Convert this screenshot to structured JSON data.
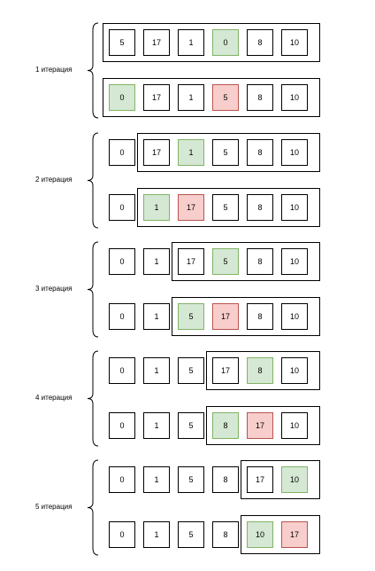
{
  "iterations": [
    {
      "label": "1 итерация",
      "rows": [
        {
          "cells": [
            {
              "v": "5",
              "c": ""
            },
            {
              "v": "17",
              "c": ""
            },
            {
              "v": "1",
              "c": ""
            },
            {
              "v": "0",
              "c": "green"
            },
            {
              "v": "8",
              "c": ""
            },
            {
              "v": "10",
              "c": ""
            }
          ]
        },
        {
          "cells": [
            {
              "v": "0",
              "c": "green"
            },
            {
              "v": "17",
              "c": ""
            },
            {
              "v": "1",
              "c": ""
            },
            {
              "v": "5",
              "c": "red"
            },
            {
              "v": "8",
              "c": ""
            },
            {
              "v": "10",
              "c": ""
            }
          ]
        }
      ],
      "unsorted_from": 0
    },
    {
      "label": "2 итерация",
      "rows": [
        {
          "cells": [
            {
              "v": "0",
              "c": ""
            },
            {
              "v": "17",
              "c": ""
            },
            {
              "v": "1",
              "c": "green"
            },
            {
              "v": "5",
              "c": ""
            },
            {
              "v": "8",
              "c": ""
            },
            {
              "v": "10",
              "c": ""
            }
          ]
        },
        {
          "cells": [
            {
              "v": "0",
              "c": ""
            },
            {
              "v": "1",
              "c": "green"
            },
            {
              "v": "17",
              "c": "red"
            },
            {
              "v": "5",
              "c": ""
            },
            {
              "v": "8",
              "c": ""
            },
            {
              "v": "10",
              "c": ""
            }
          ]
        }
      ],
      "unsorted_from": 1
    },
    {
      "label": "3 итерация",
      "rows": [
        {
          "cells": [
            {
              "v": "0",
              "c": ""
            },
            {
              "v": "1",
              "c": ""
            },
            {
              "v": "17",
              "c": ""
            },
            {
              "v": "5",
              "c": "green"
            },
            {
              "v": "8",
              "c": ""
            },
            {
              "v": "10",
              "c": ""
            }
          ]
        },
        {
          "cells": [
            {
              "v": "0",
              "c": ""
            },
            {
              "v": "1",
              "c": ""
            },
            {
              "v": "5",
              "c": "green"
            },
            {
              "v": "17",
              "c": "red"
            },
            {
              "v": "8",
              "c": ""
            },
            {
              "v": "10",
              "c": ""
            }
          ]
        }
      ],
      "unsorted_from": 2
    },
    {
      "label": "4 итерация",
      "rows": [
        {
          "cells": [
            {
              "v": "0",
              "c": ""
            },
            {
              "v": "1",
              "c": ""
            },
            {
              "v": "5",
              "c": ""
            },
            {
              "v": "17",
              "c": ""
            },
            {
              "v": "8",
              "c": "green"
            },
            {
              "v": "10",
              "c": ""
            }
          ]
        },
        {
          "cells": [
            {
              "v": "0",
              "c": ""
            },
            {
              "v": "1",
              "c": ""
            },
            {
              "v": "5",
              "c": ""
            },
            {
              "v": "8",
              "c": "green"
            },
            {
              "v": "17",
              "c": "red"
            },
            {
              "v": "10",
              "c": ""
            }
          ]
        }
      ],
      "unsorted_from": 3
    },
    {
      "label": "5 итерация",
      "rows": [
        {
          "cells": [
            {
              "v": "0",
              "c": ""
            },
            {
              "v": "1",
              "c": ""
            },
            {
              "v": "5",
              "c": ""
            },
            {
              "v": "8",
              "c": ""
            },
            {
              "v": "17",
              "c": ""
            },
            {
              "v": "10",
              "c": "green"
            }
          ]
        },
        {
          "cells": [
            {
              "v": "0",
              "c": ""
            },
            {
              "v": "1",
              "c": ""
            },
            {
              "v": "5",
              "c": ""
            },
            {
              "v": "8",
              "c": ""
            },
            {
              "v": "10",
              "c": "green"
            },
            {
              "v": "17",
              "c": "red"
            }
          ]
        }
      ],
      "unsorted_from": 4
    }
  ],
  "colors": {
    "min_fill": "#d5e8d4",
    "min_border": "#82b366",
    "swapped_fill": "#f8cecc",
    "swapped_border": "#b85450"
  }
}
